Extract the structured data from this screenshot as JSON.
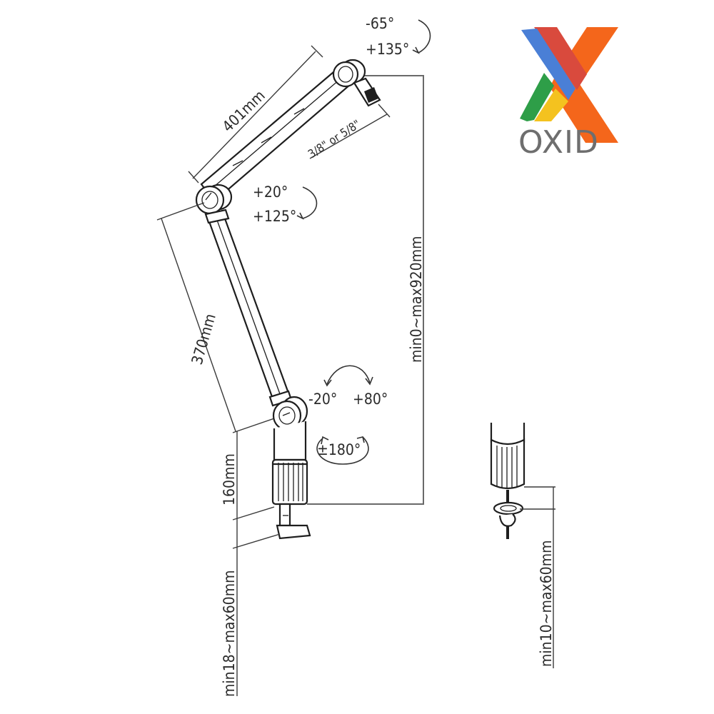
{
  "logo": {
    "brand": "OXID",
    "colors": {
      "blue": "#4a7fd6",
      "red": "#d94a3d",
      "green": "#2e9e48",
      "yellow": "#f4c21f",
      "orange": "#f4661b",
      "text": "#6e6e6e"
    }
  },
  "dimensions": {
    "upper_arm": "401mm",
    "lower_arm": "370mm",
    "post_height": "160mm",
    "reach_height": "min0~max920mm",
    "clamp_range": "min18~max60mm",
    "grommet_range": "min10~max60mm",
    "mount_thread": "3/8\" or 5/8\""
  },
  "angles": {
    "head_top": "-65°",
    "head_bottom": "+135°",
    "elbow_top": "+20°",
    "elbow_bottom": "+125°",
    "base_tilt_left": "-20°",
    "base_tilt_right": "+80°",
    "base_rotation": "±180°"
  },
  "colors": {
    "line": "#1e1e1e",
    "dim_line": "#3a3a3a",
    "label": "#2b2b2b",
    "background": "#ffffff"
  }
}
